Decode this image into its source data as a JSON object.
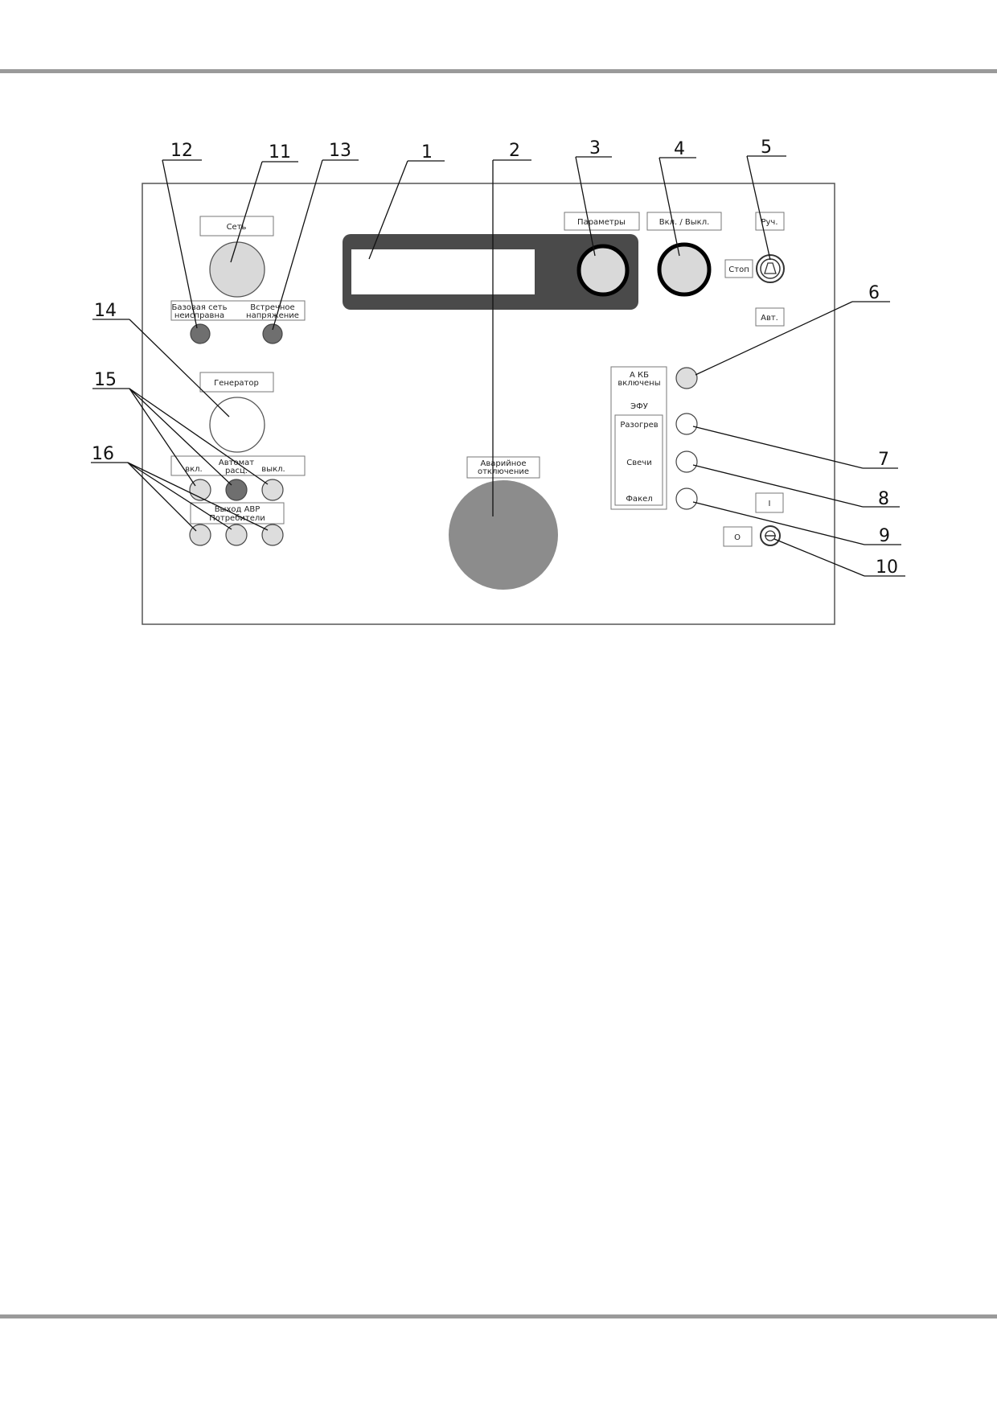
{
  "panel": {
    "display_bezel_color": "#4a4a4a",
    "knob_fill": "#d9d9d9",
    "lamp_light": "#dddddd",
    "lamp_dark": "#6f6f6f",
    "emergency_fill": "#8c8c8c"
  },
  "labels": {
    "set": "Сеть",
    "base_net_1": "Базовая сеть",
    "base_net_2": "неисправна",
    "counter_v_1": "Встречное",
    "counter_v_2": "напряжение",
    "generator": "Генератор",
    "automat_1": "Автомат",
    "automat_2": "расц.",
    "on": "вкл.",
    "off": "выкл.",
    "avr_1": "Выход АВР",
    "avr_2": "Потребители",
    "emergency_1": "Аварийное",
    "emergency_2": "отключение",
    "params": "Параметры",
    "power": "Вкл. / Выкл.",
    "manual": "Руч.",
    "stop": "Стоп",
    "auto": "Авт.",
    "akb_1": "А КБ",
    "akb_2": "включены",
    "efu": "ЭФУ",
    "warmup": "Разогрев",
    "candles": "Свечи",
    "torch": "Факел",
    "switch_i": "I",
    "switch_o": "O"
  },
  "callouts": {
    "n1": "1",
    "n2": "2",
    "n3": "3",
    "n4": "4",
    "n5": "5",
    "n6": "6",
    "n7": "7",
    "n8": "8",
    "n9": "9",
    "n10": "10",
    "n11": "11",
    "n12": "12",
    "n13": "13",
    "n14": "14",
    "n15": "15",
    "n16": "16"
  }
}
